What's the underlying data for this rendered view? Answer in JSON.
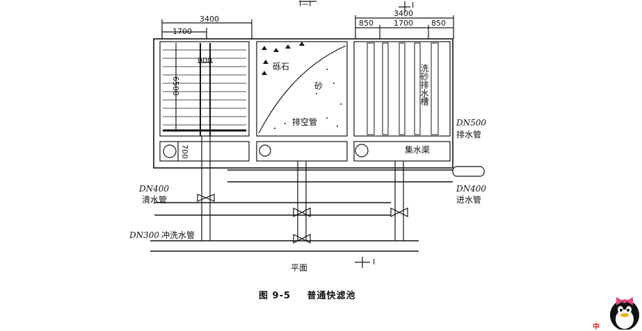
{
  "header": {
    "section_mark_top": "I—I",
    "section_mark_right": "I"
  },
  "dimensions": {
    "left_total": "3400",
    "left_partial": "1700",
    "left_inner": "900",
    "left_height": "6500",
    "left_bottom": "700",
    "right_total": "3400",
    "right_a": "850",
    "right_b": "1700",
    "right_c": "850"
  },
  "labels": {
    "gravel": "砾石",
    "sand": "砂",
    "drain_empty_pipe": "排空管",
    "wash_sand_trough": "洗砂排水槽",
    "collect_channel": "集水渠",
    "drain_pipe_size": "DN500",
    "drain_pipe": "排水管",
    "inlet_pipe_size": "DN400",
    "inlet_pipe": "进水管",
    "clear_pipe_size": "DN400",
    "clear_pipe": "清水管",
    "wash_pipe_size": "DN300",
    "wash_pipe": "冲洗水管",
    "plan_view": "平面",
    "section_mark_bottom": "I"
  },
  "caption": {
    "number": "图 9-5",
    "title": "普通快滤池"
  },
  "mascot": {
    "icon": "penguin-mascot-icon",
    "text": "中"
  }
}
